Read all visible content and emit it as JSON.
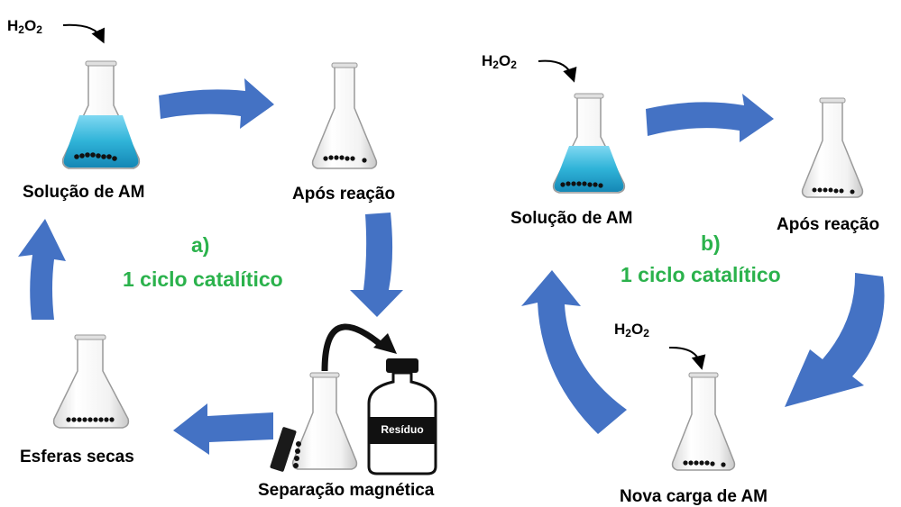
{
  "panel_a": {
    "label": "a)",
    "cycle_label": "1 ciclo catalítico",
    "reagent": {
      "base": "H",
      "n1": "2",
      "mid": "O",
      "n2": "2"
    },
    "steps": [
      {
        "label": "Solução de AM"
      },
      {
        "label": "Após reação"
      },
      {
        "label": "Separação magnética"
      },
      {
        "label": "Esferas secas"
      }
    ],
    "waste_bottle_label": "Resíduo"
  },
  "panel_b": {
    "label": "b)",
    "cycle_label": "1 ciclo catalítico",
    "reagent": {
      "base": "H",
      "n1": "2",
      "mid": "O",
      "n2": "2"
    },
    "steps": [
      {
        "label": "Solução de AM"
      },
      {
        "label": "Após reação"
      },
      {
        "label": "Nova carga de AM"
      }
    ]
  },
  "colors": {
    "arrow": "#4472c4",
    "solution": "#2fb3d8",
    "cycle_text": "#2bb24c",
    "beads": "#111111"
  }
}
